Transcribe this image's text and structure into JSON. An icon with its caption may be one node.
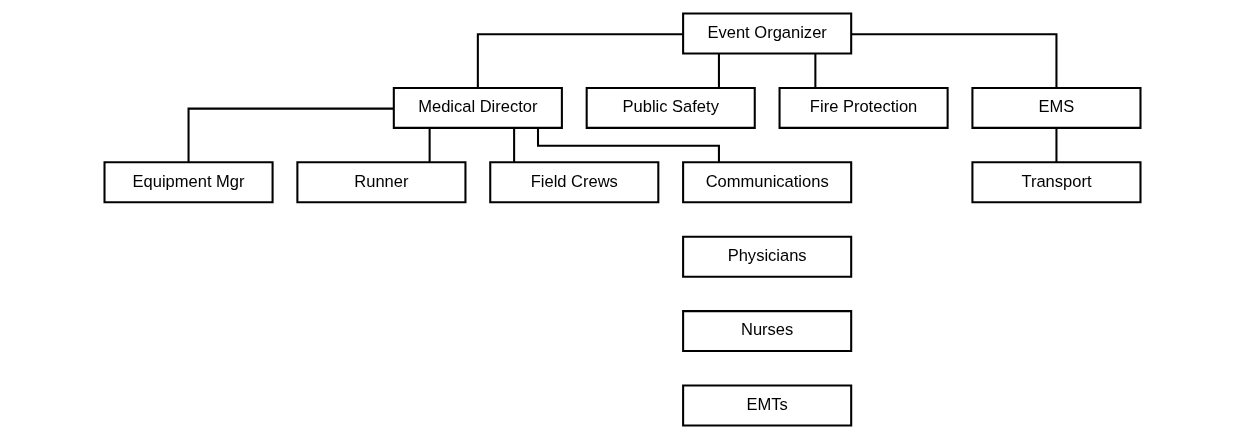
{
  "diagram": {
    "nodes": [
      {
        "text": [
          "Event Organizer"
        ]
      },
      {
        "text": [
          "Medical Director"
        ]
      },
      {
        "text": [
          "Public Safety"
        ]
      },
      {
        "text": [
          "Fire Protection"
        ]
      },
      {
        "text": [
          "EMS"
        ]
      },
      {
        "text": [
          "Equipment Mgr"
        ]
      },
      {
        "text": [
          "Runner"
        ]
      },
      {
        "text": [
          "Field Crews"
        ]
      },
      {
        "text": [
          "Communications"
        ]
      },
      {
        "text": [
          "Physicians"
        ]
      },
      {
        "text": [
          "Nurses"
        ]
      },
      {
        "text": [
          "EMTs"
        ]
      },
      {
        "text": [
          "Transport"
        ]
      }
    ],
    "edges": [
      {
        "from": 0,
        "to": 1,
        "arrow": "none"
      },
      {
        "from": 0,
        "to": 2,
        "arrow": "none"
      },
      {
        "from": 0,
        "to": 3,
        "arrow": "none"
      },
      {
        "from": 0,
        "to": 4,
        "arrow": "none"
      },
      {
        "from": 1,
        "to": 5,
        "arrow": "none"
      },
      {
        "from": 1,
        "to": 6,
        "arrow": "none"
      },
      {
        "from": 1,
        "to": 7,
        "arrow": "none"
      },
      {
        "from": 1,
        "to": 8,
        "arrow": "none"
      },
      {
        "from": 4,
        "to": 12,
        "arrow": "none"
      }
    ]
  }
}
